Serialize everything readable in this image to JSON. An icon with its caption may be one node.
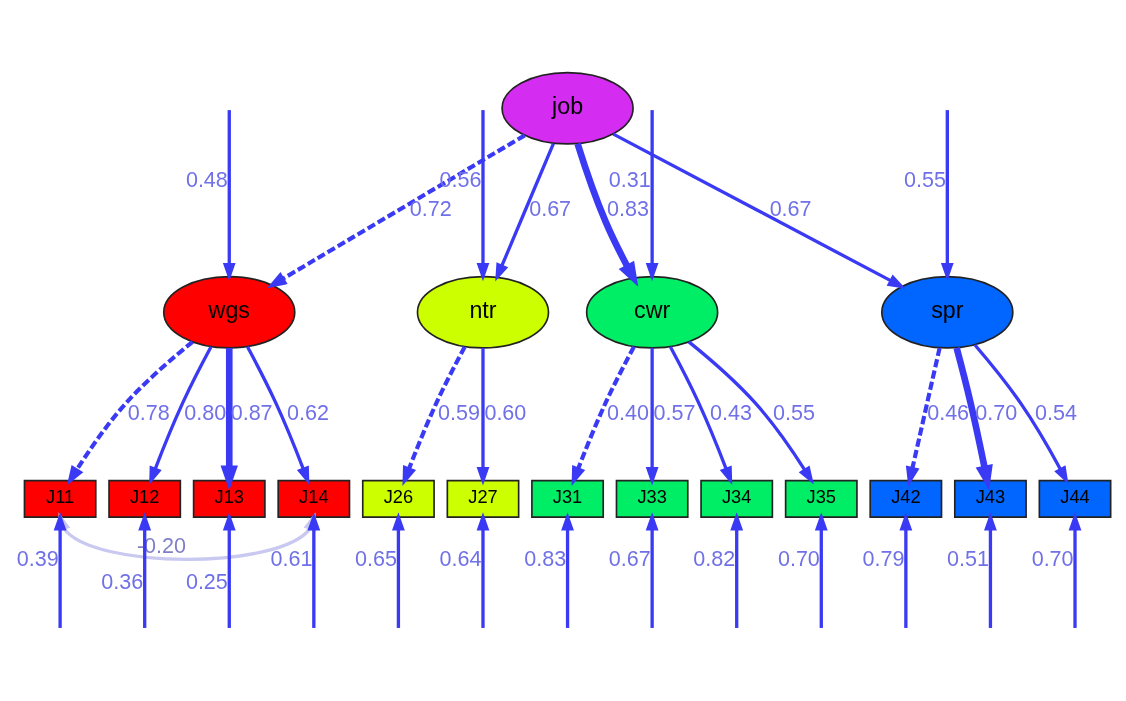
{
  "diagram": {
    "nodes": [
      {
        "text": [
          "job"
        ]
      },
      {
        "text": [
          "wgs"
        ]
      },
      {
        "text": [
          "ntr"
        ]
      },
      {
        "text": [
          "cwr"
        ]
      },
      {
        "text": [
          "spr"
        ]
      },
      {
        "text": [
          "J11"
        ]
      },
      {
        "text": [
          "J12"
        ]
      },
      {
        "text": [
          "J13"
        ]
      },
      {
        "text": [
          "J14"
        ]
      },
      {
        "text": [
          "J26"
        ]
      },
      {
        "text": [
          "J27"
        ]
      },
      {
        "text": [
          "J31"
        ]
      },
      {
        "text": [
          "J33"
        ]
      },
      {
        "text": [
          "J34"
        ]
      },
      {
        "text": [
          "J35"
        ]
      },
      {
        "text": [
          "J42"
        ]
      },
      {
        "text": [
          "J43"
        ]
      },
      {
        "text": [
          "J44"
        ]
      }
    ],
    "edges": [
      {
        "from": 0,
        "to": 1,
        "arrow": "to",
        "label": "0.72",
        "style": "dashed"
      },
      {
        "from": 0,
        "to": 2,
        "arrow": "to",
        "label": "0.67"
      },
      {
        "from": 0,
        "to": 3,
        "arrow": "to",
        "label": "0.83",
        "style": "thick"
      },
      {
        "from": 0,
        "to": 4,
        "arrow": "to",
        "label": "0.67"
      },
      {
        "from": 1,
        "to": 5,
        "arrow": "to",
        "label": "0.78",
        "style": "dashed"
      },
      {
        "from": 1,
        "to": 6,
        "arrow": "to",
        "label": "0.80"
      },
      {
        "from": 1,
        "to": 7,
        "arrow": "to",
        "label": "0.87",
        "style": "thick"
      },
      {
        "from": 1,
        "to": 8,
        "arrow": "to",
        "label": "0.62"
      },
      {
        "from": 2,
        "to": 9,
        "arrow": "to",
        "label": "0.59",
        "style": "dashed"
      },
      {
        "from": 2,
        "to": 10,
        "arrow": "to",
        "label": "0.60"
      },
      {
        "from": 3,
        "to": 11,
        "arrow": "to",
        "label": "0.40",
        "style": "dashed"
      },
      {
        "from": 3,
        "to": 12,
        "arrow": "to",
        "label": "0.57"
      },
      {
        "from": 3,
        "to": 13,
        "arrow": "to",
        "label": "0.43"
      },
      {
        "from": 3,
        "to": 14,
        "arrow": "to",
        "label": "0.55"
      },
      {
        "from": 4,
        "to": 15,
        "arrow": "to",
        "label": "0.46",
        "style": "dashed"
      },
      {
        "from": 4,
        "to": 16,
        "arrow": "to",
        "label": "0.70",
        "style": "thick"
      },
      {
        "from": 4,
        "to": 17,
        "arrow": "to",
        "label": "0.54"
      },
      {
        "from": null,
        "to": 1,
        "arrow": "to",
        "label": "0.48"
      },
      {
        "from": null,
        "to": 2,
        "arrow": "to",
        "label": "0.56"
      },
      {
        "from": null,
        "to": 3,
        "arrow": "to",
        "label": "0.31"
      },
      {
        "from": null,
        "to": 4,
        "arrow": "to",
        "label": "0.55"
      },
      {
        "from": null,
        "to": 5,
        "arrow": "to",
        "label": "0.39"
      },
      {
        "from": null,
        "to": 6,
        "arrow": "to",
        "label": "0.36"
      },
      {
        "from": null,
        "to": 7,
        "arrow": "to",
        "label": "0.25"
      },
      {
        "from": null,
        "to": 8,
        "arrow": "to",
        "label": "0.61"
      },
      {
        "from": null,
        "to": 9,
        "arrow": "to",
        "label": "0.65"
      },
      {
        "from": null,
        "to": 10,
        "arrow": "to",
        "label": "0.64"
      },
      {
        "from": null,
        "to": 11,
        "arrow": "to",
        "label": "0.83"
      },
      {
        "from": null,
        "to": 12,
        "arrow": "to",
        "label": "0.67"
      },
      {
        "from": null,
        "to": 13,
        "arrow": "to",
        "label": "0.82"
      },
      {
        "from": null,
        "to": 14,
        "arrow": "to",
        "label": "0.70"
      },
      {
        "from": null,
        "to": 15,
        "arrow": "to",
        "label": "0.79"
      },
      {
        "from": null,
        "to": 16,
        "arrow": "to",
        "label": "0.51"
      },
      {
        "from": null,
        "to": 17,
        "arrow": "to",
        "label": "0.70"
      },
      {
        "from": 5,
        "to": 8,
        "arrow": "both",
        "label": "-0.20",
        "color": "#c8c8f0"
      }
    ]
  }
}
